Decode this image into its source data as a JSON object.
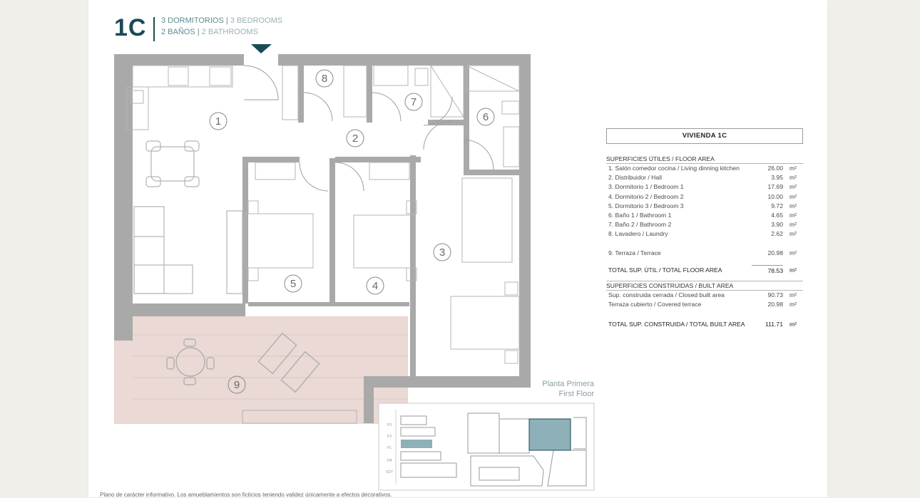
{
  "header": {
    "unit_code": "1C",
    "line1_es": "3 DORMITORIOS",
    "line1_en": "3 BEDROOMS",
    "line2_es": "2 BAÑOS",
    "line2_en": "2 BATHROOMS",
    "separator": "|"
  },
  "rooms": [
    "1",
    "2",
    "3",
    "4",
    "5",
    "6",
    "7",
    "8",
    "9"
  ],
  "floor_label": {
    "es": "Planta Primera",
    "en": "First Floor"
  },
  "key_plan_levels": [
    "P3",
    "P2",
    "P1",
    "PB",
    "SÓT"
  ],
  "table": {
    "title": "VIVIENDA 1C",
    "floor_header": "SUPERFICIES ÚTILES / FLOOR AREA",
    "floor_rows": [
      {
        "label": "1. Salón comedor cocina / Living dinning kitchen",
        "value": "26.00",
        "unit": "m²"
      },
      {
        "label": "2. Distribuidor / Hall",
        "value": "3.95",
        "unit": "m²"
      },
      {
        "label": "3. Dormitorio 1 / Bedroom 1",
        "value": "17.69",
        "unit": "m²"
      },
      {
        "label": "4. Dormitorio 2 / Bedroom 2",
        "value": "10.00",
        "unit": "m²"
      },
      {
        "label": "5. Dormitorio 3 / Bedroom 3",
        "value": "9.72",
        "unit": "m²"
      },
      {
        "label": "6. Baño 1 / Bathroom 1",
        "value": "4.65",
        "unit": "m²"
      },
      {
        "label": "7. Baño 2 / Bathroom 2",
        "value": "3.90",
        "unit": "m²"
      },
      {
        "label": "8. Lavadero / Laundry",
        "value": "2.62",
        "unit": "m²"
      }
    ],
    "terrace_row": {
      "label": "9. Terraza / Terrace",
      "value": "20.98",
      "unit": "m²"
    },
    "total_floor": {
      "label": "TOTAL SUP. ÚTIL / TOTAL FLOOR AREA",
      "value": "78.53",
      "unit": "m²"
    },
    "built_header": "SUPERFICIES CONSTRUIDAS / BUILT AREA",
    "built_rows": [
      {
        "label": "Sup. construida cerrada / Closed built area",
        "value": "90.73",
        "unit": "m²"
      },
      {
        "label": "Terraza cubierto / Covered terrace",
        "value": "20.98",
        "unit": "m²"
      }
    ],
    "total_built": {
      "label": "TOTAL SUP. CONSTRUIDA / TOTAL BUILT AREA",
      "value": "111.71",
      "unit": "m²"
    }
  },
  "legal_note": "Plano de carácter informativo. Los amueblamientos son ficticios teniendo validez únicamente a efectos decorativos.",
  "colors": {
    "brand": "#1b4a55",
    "wall": "#a9a9a9",
    "terrace": "#e9d8d3",
    "keyplan_highlight": "#8eb0b8"
  }
}
